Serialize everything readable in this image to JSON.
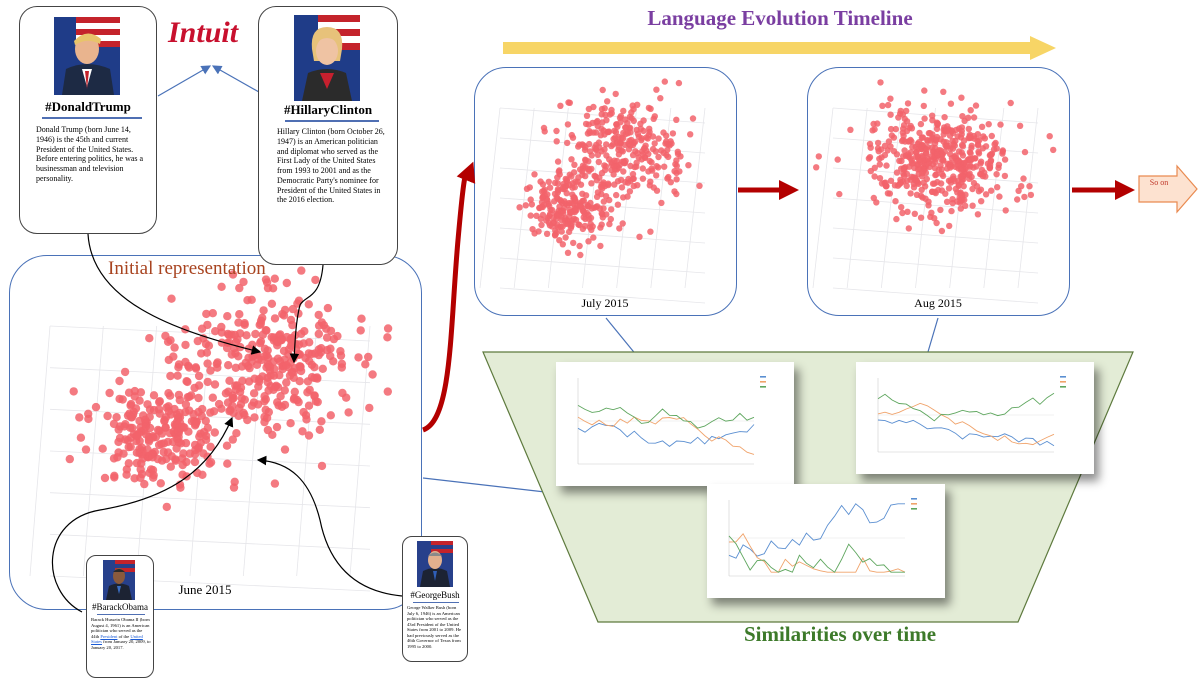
{
  "timeline_title": "Language Evolution Timeline",
  "intuit_label": "Intuit",
  "initial_label": "Initial representation",
  "similarities_label": "Similarities over time",
  "so_on_label": "So on",
  "colors": {
    "point": "#f2636b",
    "box_border": "#4a72b8",
    "timeline_arrow": "#f7d566",
    "flow_arrow": "#b30000",
    "title": "#7a3ea1",
    "initial": "#a8431f",
    "similarity_text": "#3d7a2a",
    "trapezoid_fill": "#e3ecd6",
    "trapezoid_border": "#5e7a3e",
    "so_on_fill": "#fde2d0",
    "so_on_border": "#e98a50",
    "line_blue": "#5b8fd1",
    "line_orange": "#f0a36b",
    "line_green": "#5ea65e"
  },
  "periods": {
    "june": "June 2015",
    "july": "July 2015",
    "aug": "Aug 2015"
  },
  "cards": {
    "trump": {
      "hashtag": "#DonaldTrump",
      "text": "Donald Trump (born June 14, 1946) is the 45th and current President of the United States. Before entering politics, he was a businessman and television personality."
    },
    "clinton": {
      "hashtag": "#HillaryClinton",
      "text": "Hillary Clinton (born October 26, 1947) is an American politician and diplomat who served as the First Lady of the United States from 1993 to 2001 and as the Democratic Party's nominee for President of the United States in the 2016 election."
    },
    "obama": {
      "hashtag": "#BarackObama",
      "text_pre": "Barack Hussein Obama II (born August 4, 1961) is an American politician who served as the 44th ",
      "link1": "President",
      "text_mid": " of the ",
      "link2": "United States",
      "text_post": " from January 20, 2009, to January 20, 2017."
    },
    "bush": {
      "hashtag": "#GeorgeBush",
      "text": "George Walker Bush (born July 6, 1946) is an American politician who served as the 43rd President of the United States from 2001 to 2009. He had previously served as the 46th Governor of Texas from 1995 to 2000."
    },
    "icons": [
      "flag-background",
      "portrait"
    ]
  }
}
